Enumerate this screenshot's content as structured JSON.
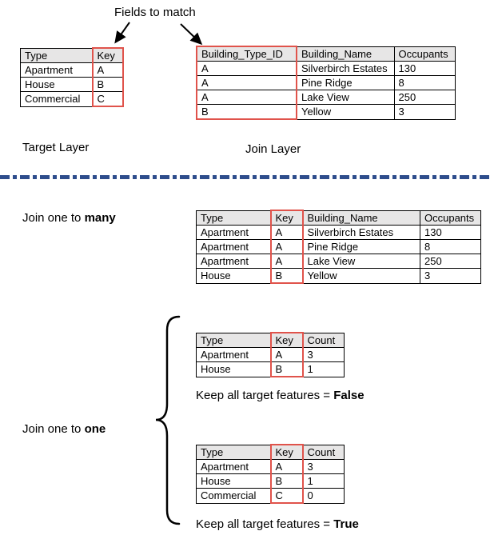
{
  "labels": {
    "fields_to_match": "Fields to match",
    "target_layer": "Target Layer",
    "join_layer": "Join Layer",
    "join_many": {
      "prefix": "Join one to ",
      "bold": "many"
    },
    "join_one": {
      "prefix": "Join one to ",
      "bold": "one"
    },
    "caption_false": {
      "prefix": "Keep all target features = ",
      "bold": "False"
    },
    "caption_true": {
      "prefix": "Keep all target features = ",
      "bold": "True"
    }
  },
  "colors": {
    "highlight": "#e0534b",
    "header_bg": "#e7e6e6",
    "divider": "#2e4d8c"
  },
  "tables": {
    "target": {
      "headers": [
        "Type",
        "Key"
      ],
      "highlight_col": 1,
      "rows": [
        [
          "Apartment",
          "A"
        ],
        [
          "House",
          "B"
        ],
        [
          "Commercial",
          "C"
        ]
      ]
    },
    "join": {
      "headers": [
        "Building_Type_ID",
        "Building_Name",
        "Occupants"
      ],
      "highlight_col": 0,
      "rows": [
        [
          "A",
          "Silverbirch Estates",
          "130"
        ],
        [
          "A",
          "Pine Ridge",
          "8"
        ],
        [
          "A",
          "Lake View",
          "250"
        ],
        [
          "B",
          "Yellow",
          "3"
        ]
      ]
    },
    "join_many": {
      "headers": [
        "Type",
        "Key",
        "Building_Name",
        "Occupants"
      ],
      "highlight_col": 1,
      "rows": [
        [
          "Apartment",
          "A",
          "Silverbirch Estates",
          "130"
        ],
        [
          "Apartment",
          "A",
          "Pine Ridge",
          "8"
        ],
        [
          "Apartment",
          "A",
          "Lake View",
          "250"
        ],
        [
          "House",
          "B",
          "Yellow",
          "3"
        ]
      ]
    },
    "one_false": {
      "headers": [
        "Type",
        "Key",
        "Count"
      ],
      "highlight_col": 1,
      "rows": [
        [
          "Apartment",
          "A",
          "3"
        ],
        [
          "House",
          "B",
          "1"
        ]
      ]
    },
    "one_true": {
      "headers": [
        "Type",
        "Key",
        "Count"
      ],
      "highlight_col": 1,
      "rows": [
        [
          "Apartment",
          "A",
          "3"
        ],
        [
          "House",
          "B",
          "1"
        ],
        [
          "Commercial",
          "C",
          "0"
        ]
      ]
    }
  }
}
